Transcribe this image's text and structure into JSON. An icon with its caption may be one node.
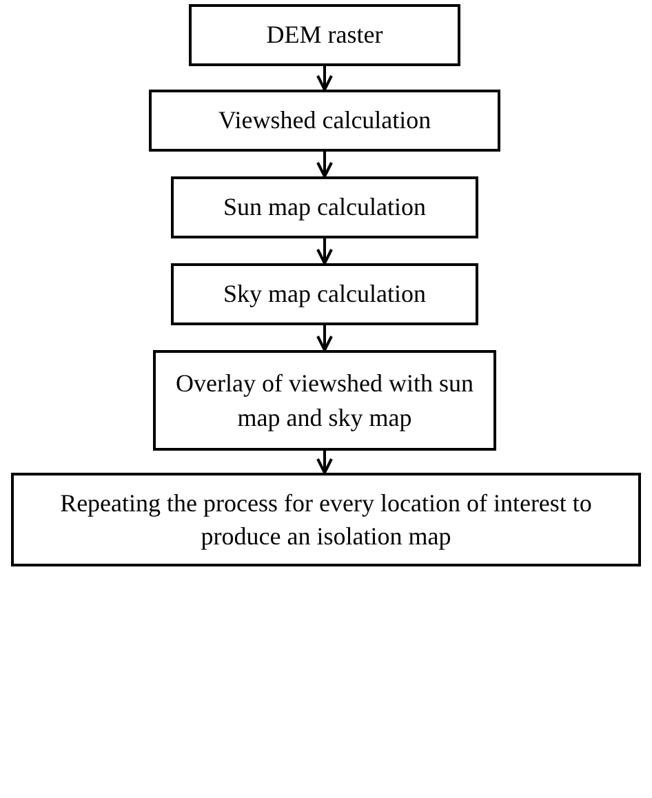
{
  "diagram": {
    "nodes": [
      {
        "text": [
          "DEM raster"
        ]
      },
      {
        "text": [
          "Viewshed calculation"
        ]
      },
      {
        "text": [
          "Sun map calculation"
        ]
      },
      {
        "text": [
          "Sky map calculation"
        ]
      },
      {
        "text": [
          "Overlay of viewshed with sun map and sky map"
        ]
      },
      {
        "text": [
          "Repeating the process for every location of interest to produce an isolation map"
        ]
      }
    ],
    "edges": [
      {
        "from": 0,
        "to": 1,
        "arrow": "to"
      },
      {
        "from": 1,
        "to": 2,
        "arrow": "to"
      },
      {
        "from": 2,
        "to": 3,
        "arrow": "to"
      },
      {
        "from": 3,
        "to": 4,
        "arrow": "to"
      },
      {
        "from": 4,
        "to": 5,
        "arrow": "to"
      }
    ]
  }
}
